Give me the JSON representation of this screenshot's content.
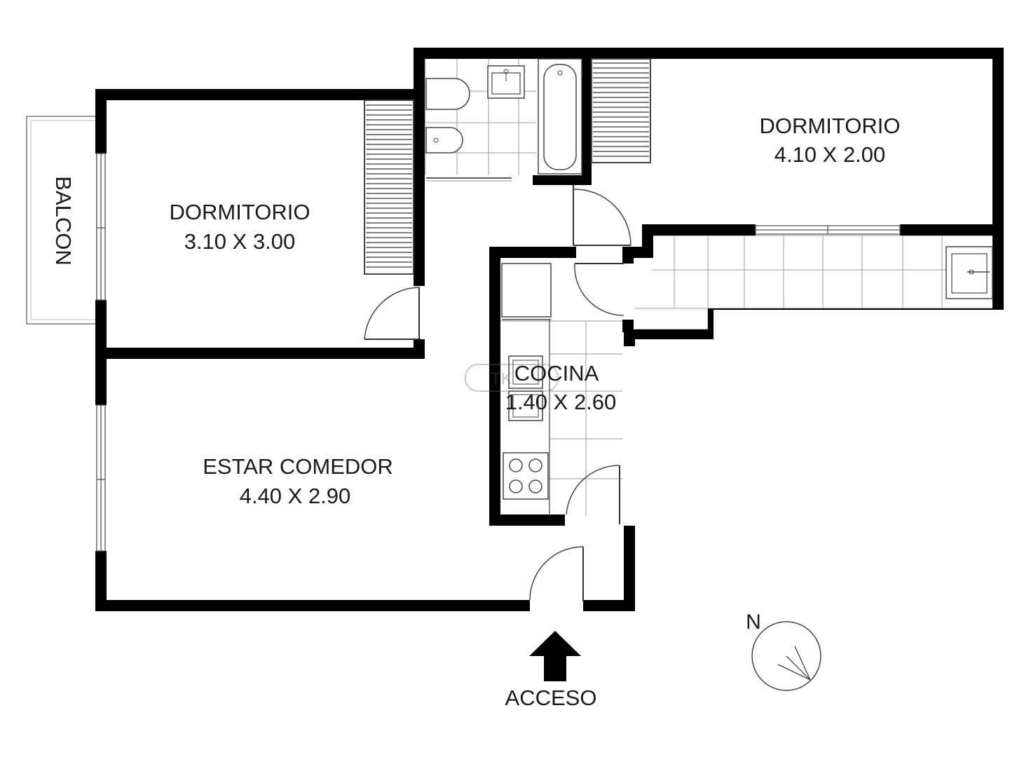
{
  "rooms": {
    "dorm1": {
      "name": "DORMITORIO",
      "size": "3.10 X 3.00"
    },
    "dorm2": {
      "name": "DORMITORIO",
      "size": "4.10 X 2.00"
    },
    "cocina": {
      "name": "COCINA",
      "size": "1.40 X 2.60"
    },
    "estar": {
      "name": "ESTAR COMEDOR",
      "size": "4.40 X 2.90"
    }
  },
  "balcon": "BALCON",
  "acceso": "ACCESO",
  "north": "N",
  "watermark": "TK"
}
